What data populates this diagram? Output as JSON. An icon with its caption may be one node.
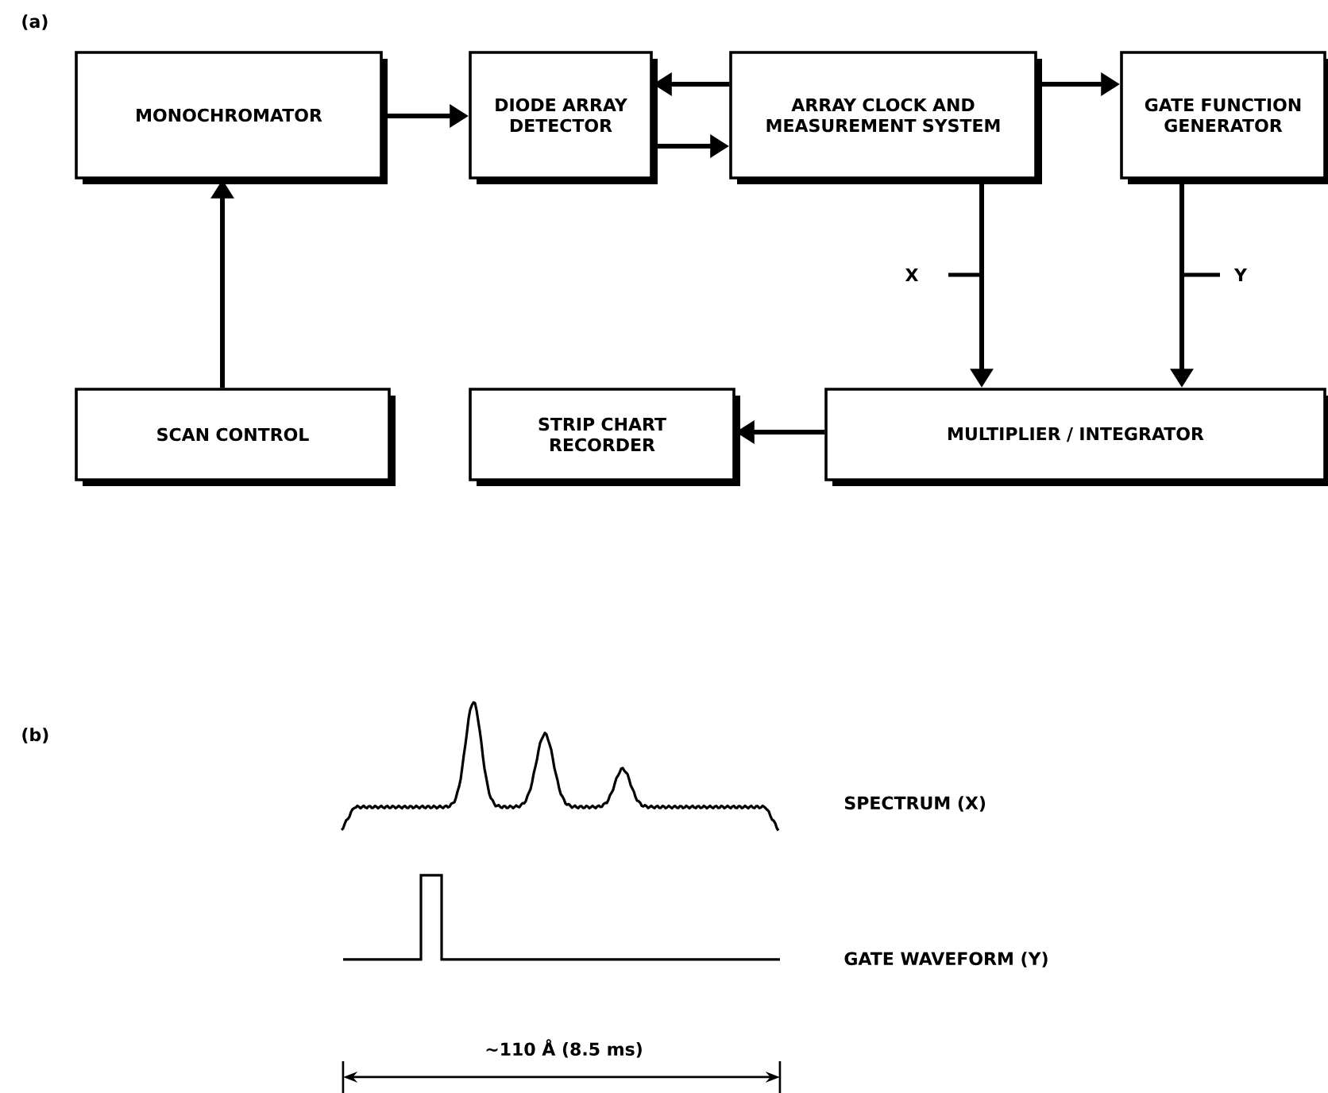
{
  "diagram": {
    "nodes": [
      {
        "text": [
          "MONOCHROMATOR"
        ]
      },
      {
        "text": [
          "DIODE ARRAY DETECTOR"
        ]
      },
      {
        "text": [
          "ARRAY CLOCK AND MEASUREMENT SYSTEM"
        ]
      },
      {
        "text": [
          "GATE FUNCTION GENERATOR"
        ]
      },
      {
        "text": [
          "SCAN CONTROL"
        ]
      },
      {
        "text": [
          "STRIP CHART RECORDER"
        ]
      },
      {
        "text": [
          "MULTIPLIER / INTEGRATOR"
        ]
      }
    ],
    "edges": [
      {
        "from": 0,
        "to": 1,
        "arrow": "to"
      },
      {
        "from": 2,
        "to": 1,
        "arrow": "to"
      },
      {
        "from": 1,
        "to": 2,
        "arrow": "to"
      },
      {
        "from": 2,
        "to": 3,
        "arrow": "to"
      },
      {
        "from": 4,
        "to": 0,
        "arrow": "to"
      },
      {
        "from": 2,
        "to": 6,
        "arrow": "to",
        "label": "X"
      },
      {
        "from": 3,
        "to": 6,
        "arrow": "to",
        "label": "Y"
      },
      {
        "from": 6,
        "to": 5,
        "arrow": "to"
      }
    ],
    "labels": [
      "(a)",
      "(b)",
      "SPECTRUM (X)",
      "GATE WAVEFORM (Y)",
      "~110 Å (8.5 ms)"
    ]
  }
}
